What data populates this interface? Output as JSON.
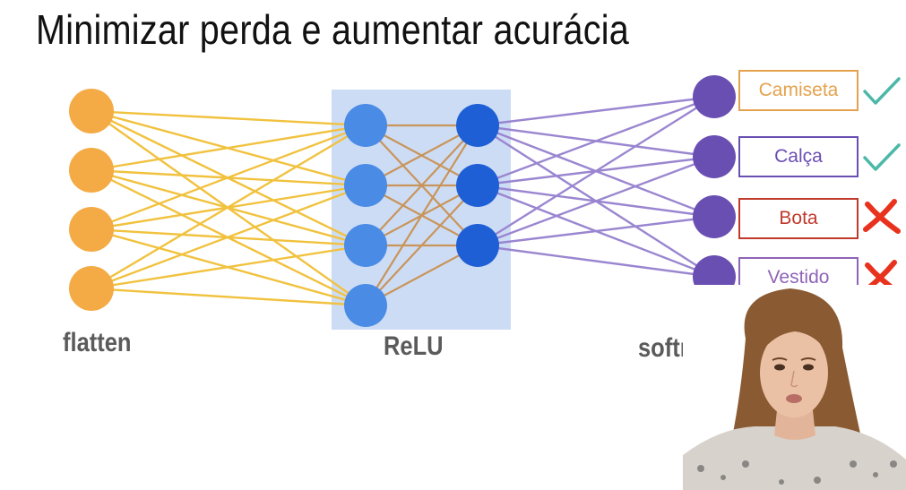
{
  "title": "Minimizar perda e aumentar acurácia",
  "layers": {
    "input": {
      "label": "flatten",
      "nodes": 4,
      "color": "#f4ab45",
      "edge_color": "#f1c23f"
    },
    "hidden": {
      "label": "ReLU",
      "color_a": "#4a8be6",
      "color_b": "#1f5fd6",
      "edge_color": "#c8955a",
      "box_color": "#cddcf5"
    },
    "output": {
      "label": "softmax",
      "nodes": 4,
      "color": "#6a4fb3",
      "edge_color": "#9a86d0"
    }
  },
  "outputs": [
    {
      "label": "Camiseta",
      "color": "#e4a24e",
      "result": "correct"
    },
    {
      "label": "Calça",
      "color": "#6a4fb3",
      "result": "correct"
    },
    {
      "label": "Bota",
      "color": "#c0392b",
      "result": "wrong"
    },
    {
      "label": "Vestido",
      "color": "#8f64b8",
      "result": "wrong"
    }
  ],
  "marks": {
    "correct_color": "#4cb8a8",
    "wrong_color": "#e8321e"
  }
}
